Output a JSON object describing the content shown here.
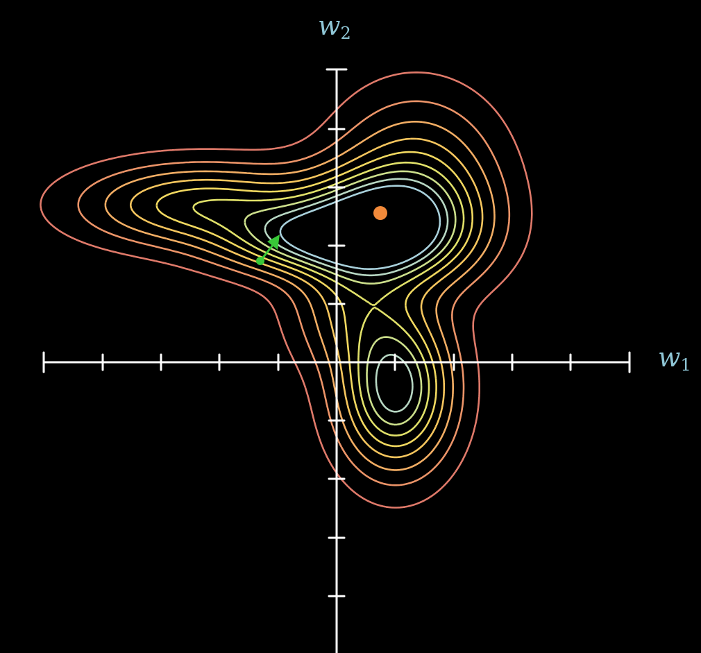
{
  "axes": {
    "x_label_var": "w",
    "x_label_sub": "1",
    "y_label_var": "w",
    "y_label_sub": "2",
    "label_color": "#8fc6d6",
    "axis_color": "#ffffff"
  },
  "contours": {
    "level_colors": [
      "#e07a6a",
      "#ec9468",
      "#f3ae64",
      "#f6c65e",
      "#f2d960",
      "#e2e26a",
      "#cde08c",
      "#b8d8c4",
      "#a9d1dc"
    ]
  },
  "markers": {
    "minimum_point_color": "#f28a3a",
    "current_point_color": "#38c838",
    "gradient_arrow_color": "#38c838"
  }
}
